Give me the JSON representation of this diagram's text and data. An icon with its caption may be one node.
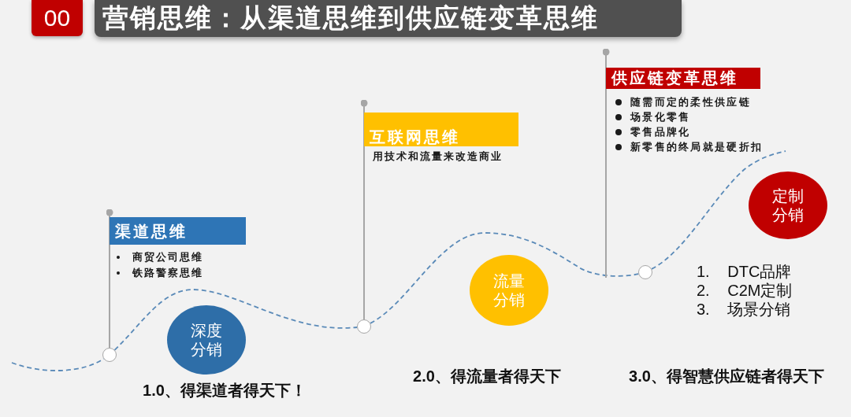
{
  "diagram": {
    "title": "营销思维：从渠道思维到供应链变革思维",
    "nodes": [
      {
        "text": [
          "00"
        ]
      },
      {
        "text": [
          "渠道思维"
        ],
        "beside": [
          "商贸公司思维",
          "铁路警察思维"
        ]
      },
      {
        "text": [],
        "shape": "circle"
      },
      {
        "text": [
          "深度分销"
        ]
      },
      {
        "text": [
          "互联网思维"
        ],
        "beside": [
          "用技术和流量来改造商业"
        ]
      },
      {
        "text": [],
        "shape": "circle"
      },
      {
        "text": [
          "流量分销"
        ]
      },
      {
        "text": [
          "供应链变革思维"
        ],
        "beside": [
          "随需而定的柔性供应链",
          "场景化零售",
          "零售品牌化",
          "新零售的终局就是硬折扣"
        ]
      },
      {
        "text": [],
        "shape": "circle"
      },
      {
        "text": [
          "定制分销"
        ]
      }
    ],
    "edges": [
      {
        "from": null,
        "to": 2,
        "arrow": "none",
        "style": "dashed",
        "color": "#5a8ab8"
      },
      {
        "from": 1,
        "to": 2,
        "arrow": "other",
        "color": "#a6a6a6"
      },
      {
        "from": 2,
        "to": 5,
        "arrow": "none",
        "style": "dashed",
        "color": "#5a8ab8"
      },
      {
        "from": 4,
        "to": 5,
        "arrow": "other",
        "color": "#a6a6a6"
      },
      {
        "from": 5,
        "to": 8,
        "arrow": "none",
        "style": "dashed",
        "color": "#5a8ab8"
      },
      {
        "from": 7,
        "to": null,
        "arrow": "other",
        "color": "#a6a6a6"
      },
      {
        "from": 8,
        "to": null,
        "arrow": "none",
        "style": "dashed",
        "color": "#5a8ab8"
      }
    ],
    "labels": [
      "1. DTC品牌",
      "2. C2M定制",
      "3. 场景分销",
      "1.0、得渠道者得天下！",
      "2.0、得流量者得天下",
      "3.0、得智慧供应链者得天下"
    ]
  }
}
